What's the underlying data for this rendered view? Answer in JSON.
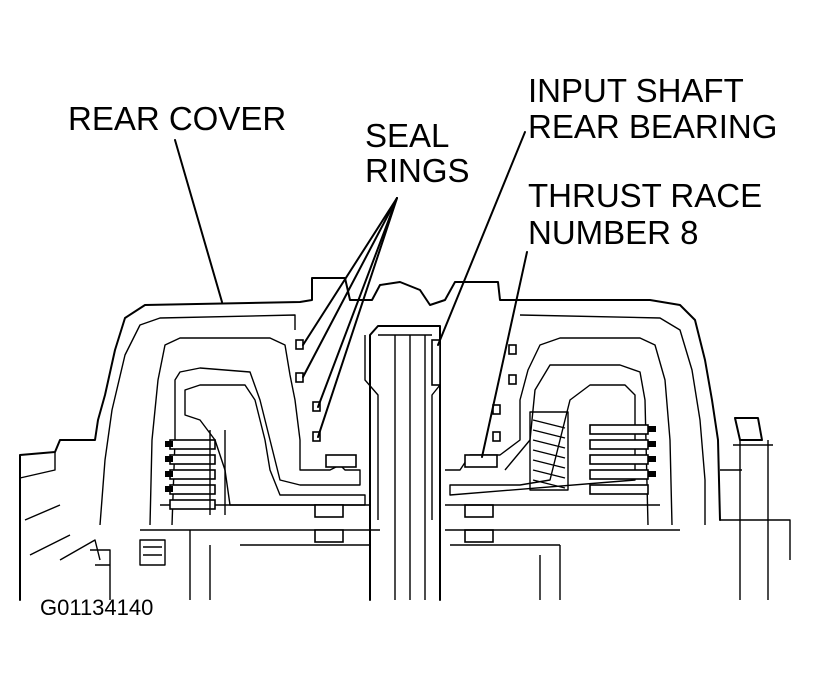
{
  "labels": {
    "rear_cover": "REAR COVER",
    "seal_rings_1": "SEAL",
    "seal_rings_2": "RINGS",
    "input_shaft_1": "INPUT SHAFT",
    "input_shaft_2": "REAR BEARING",
    "thrust_race_1": "THRUST RACE",
    "thrust_race_2": "NUMBER 8"
  },
  "figure_code": "G01134140",
  "colors": {
    "ink": "#000000",
    "paper": "#ffffff"
  }
}
